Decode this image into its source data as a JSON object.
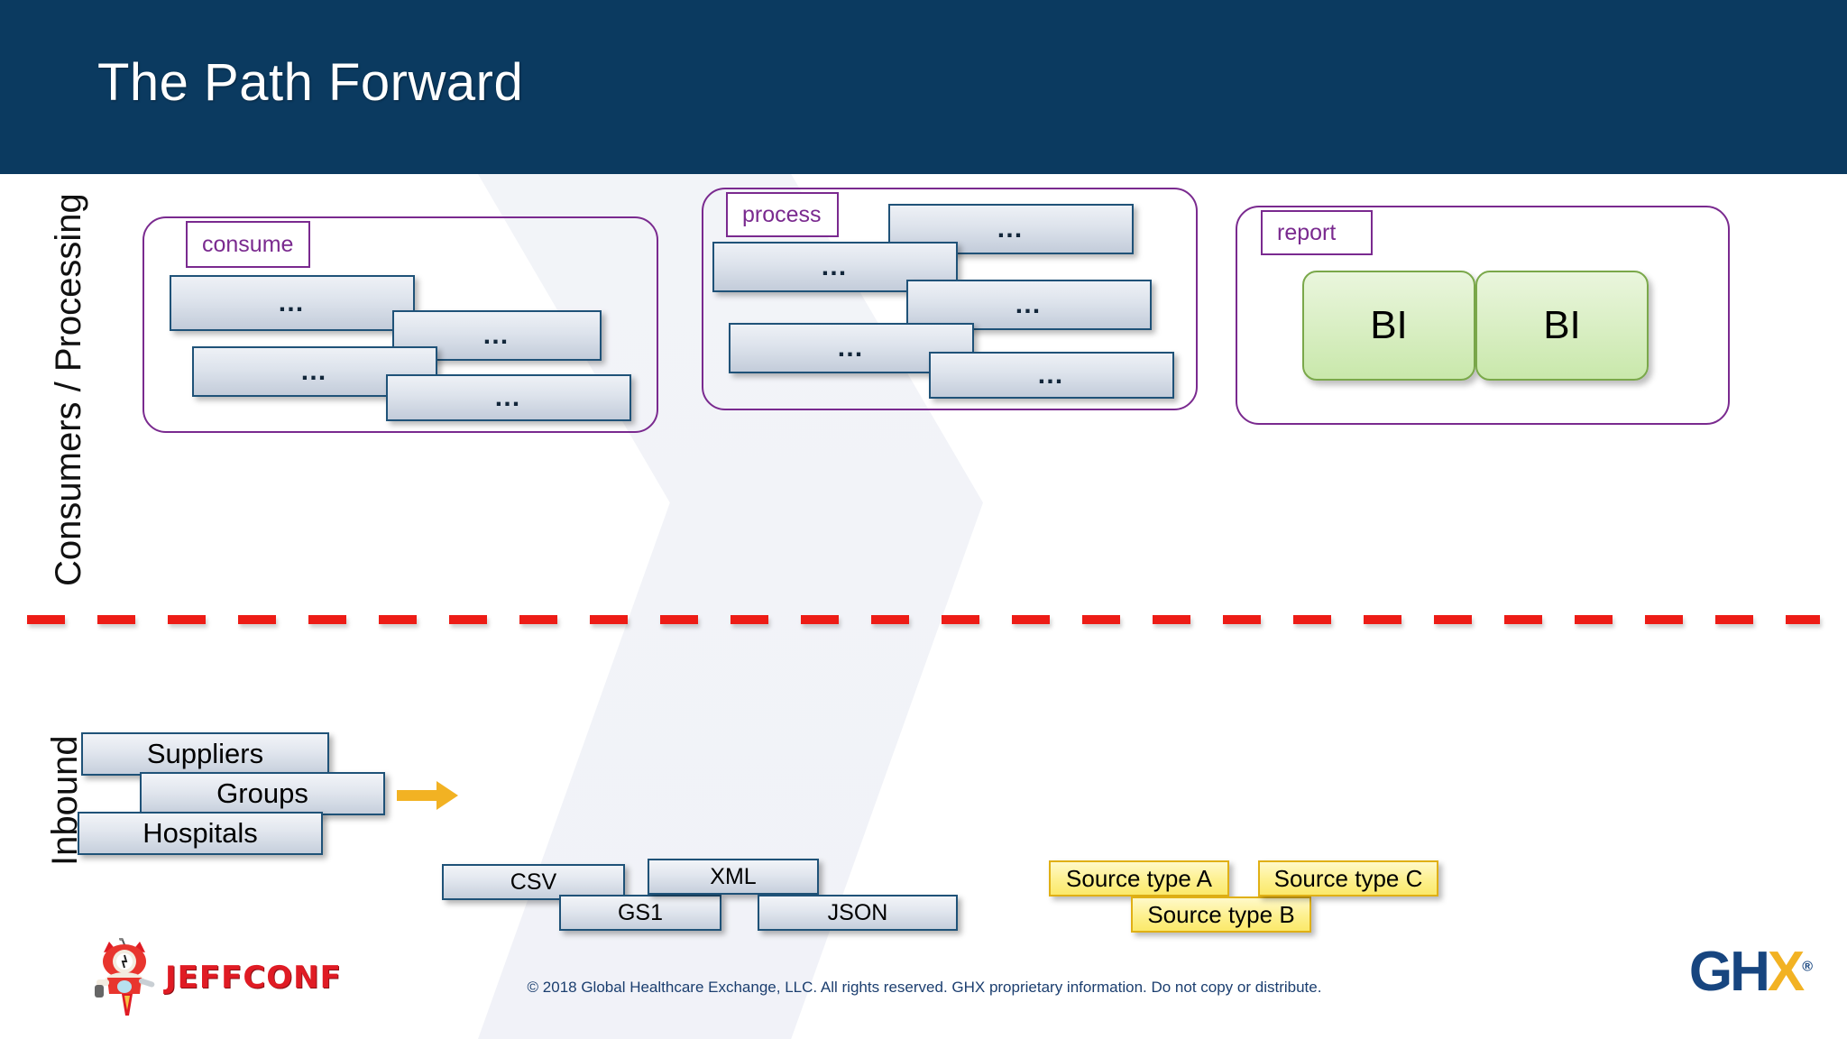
{
  "header": {
    "title": "The Path Forward",
    "bg_color": "#0b3a60",
    "text_color": "#ffffff"
  },
  "section_labels": {
    "top": "Consumers / Processing",
    "bottom": "Inbound"
  },
  "divider": {
    "color": "#ed1c16",
    "style": "dashed"
  },
  "groups": [
    {
      "name": "consume",
      "label": "consume",
      "border_color": "#7a2a8f",
      "boxes": [
        {
          "label": "…"
        },
        {
          "label": "…"
        },
        {
          "label": "…"
        },
        {
          "label": "…"
        }
      ]
    },
    {
      "name": "process",
      "label": "process",
      "border_color": "#7a2a8f",
      "boxes": [
        {
          "label": "…"
        },
        {
          "label": "…"
        },
        {
          "label": "…"
        },
        {
          "label": "…"
        },
        {
          "label": "…"
        }
      ]
    },
    {
      "name": "report",
      "label": "report",
      "border_color": "#7a2a8f",
      "boxes": [
        {
          "label": "BI"
        },
        {
          "label": "BI"
        }
      ],
      "box_fill": "#d8eec2",
      "box_border": "#7aa84a"
    }
  ],
  "inbound": {
    "sources": [
      {
        "label": "Suppliers"
      },
      {
        "label": "Groups"
      },
      {
        "label": "Hospitals"
      }
    ],
    "arrow_color": "#f2b223",
    "formats": [
      {
        "label": "CSV"
      },
      {
        "label": "GS1"
      },
      {
        "label": "XML"
      },
      {
        "label": "JSON"
      }
    ],
    "source_types": [
      {
        "label": "Source type A"
      },
      {
        "label": "Source type B"
      },
      {
        "label": "Source type C"
      }
    ],
    "source_type_fill": "#fdf08e"
  },
  "footer": {
    "copyright": "© 2018 Global Healthcare Exchange, LLC. All rights reserved. GHX proprietary information. Do not copy or distribute.",
    "jeffconf_logo_text": "JEFFCONF",
    "ghx_logo": {
      "primary": "GH",
      "accent": "X",
      "mark": "®"
    }
  }
}
